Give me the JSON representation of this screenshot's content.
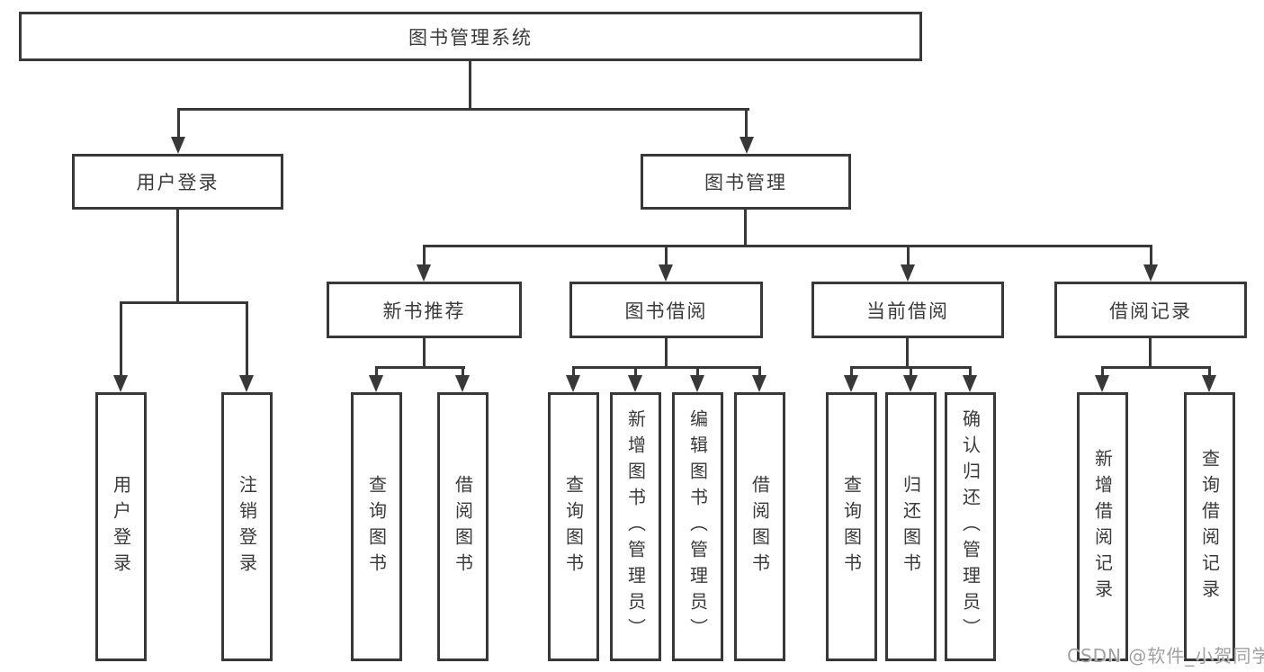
{
  "diagram": {
    "root": {
      "label": "图书管理系统"
    },
    "level1": [
      {
        "label": "用户登录",
        "children": [
          {
            "label": "用户登录"
          },
          {
            "label": "注销登录"
          }
        ]
      },
      {
        "label": "图书管理",
        "children": [
          {
            "label": "新书推荐",
            "children": [
              {
                "label": "查询图书"
              },
              {
                "label": "借阅图书"
              }
            ]
          },
          {
            "label": "图书借阅",
            "children": [
              {
                "label": "查询图书"
              },
              {
                "label": "新增图书（管理员）"
              },
              {
                "label": "编辑图书（管理员）"
              },
              {
                "label": "借阅图书"
              }
            ]
          },
          {
            "label": "当前借阅",
            "children": [
              {
                "label": "查询图书"
              },
              {
                "label": "归还图书"
              },
              {
                "label": "确认归还（管理员）"
              }
            ]
          },
          {
            "label": "借阅记录",
            "children": [
              {
                "label": "新增借阅记录"
              },
              {
                "label": "查询借阅记录"
              }
            ]
          }
        ]
      }
    ]
  },
  "watermark": {
    "text": "CSDN @软件_小贺同学"
  },
  "colors": {
    "line": "#383838",
    "text": "#3a3a3a",
    "box_background": "#ffffff",
    "watermark": "#a0a0a0"
  }
}
